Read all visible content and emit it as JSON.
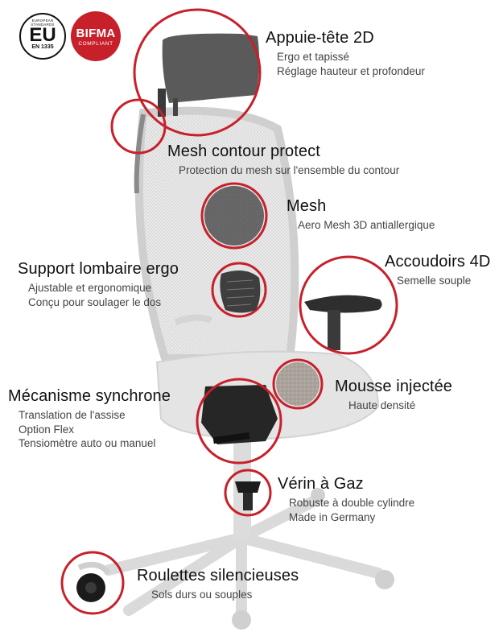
{
  "badges": {
    "eu": {
      "top_text": "EUROPEAN STANDARDS",
      "main_text": "EU",
      "bottom_text": "EN 1335"
    },
    "bifma": {
      "main_text": "BIFMA",
      "bottom_text": "COMPLIANT"
    }
  },
  "features": {
    "headrest": {
      "title": "Appuie-tête 2D",
      "lines": [
        "Ergo et tapissé",
        "Réglage hauteur et profondeur"
      ]
    },
    "mesh_contour": {
      "title": "Mesh contour protect",
      "lines": [
        "Protection du mesh sur l'ensemble du contour"
      ]
    },
    "mesh": {
      "title": "Mesh",
      "lines": [
        "Aero Mesh 3D antiallergique"
      ]
    },
    "lumbar": {
      "title": "Support lombaire ergo",
      "lines": [
        "Ajustable et ergonomique",
        "Conçu pour soulager le dos"
      ]
    },
    "armrests": {
      "title": "Accoudoirs 4D",
      "lines": [
        "Semelle souple"
      ]
    },
    "foam": {
      "title": "Mousse injectée",
      "lines": [
        "Haute densité"
      ]
    },
    "mechanism": {
      "title": "Mécanisme synchrone",
      "lines": [
        "Translation de l'assise",
        "Option Flex",
        "Tensiomètre auto ou manuel"
      ]
    },
    "gas_lift": {
      "title": "Vérin à Gaz",
      "lines": [
        "Robuste à double cylindre",
        "Made in Germany"
      ]
    },
    "casters": {
      "title": "Roulettes silencieuses",
      "lines": [
        "Sols durs ou souples"
      ]
    }
  },
  "colors": {
    "accent": "#c8202a",
    "chair_gray": "#d9d9d9",
    "dark_part": "#2e2e2e"
  }
}
